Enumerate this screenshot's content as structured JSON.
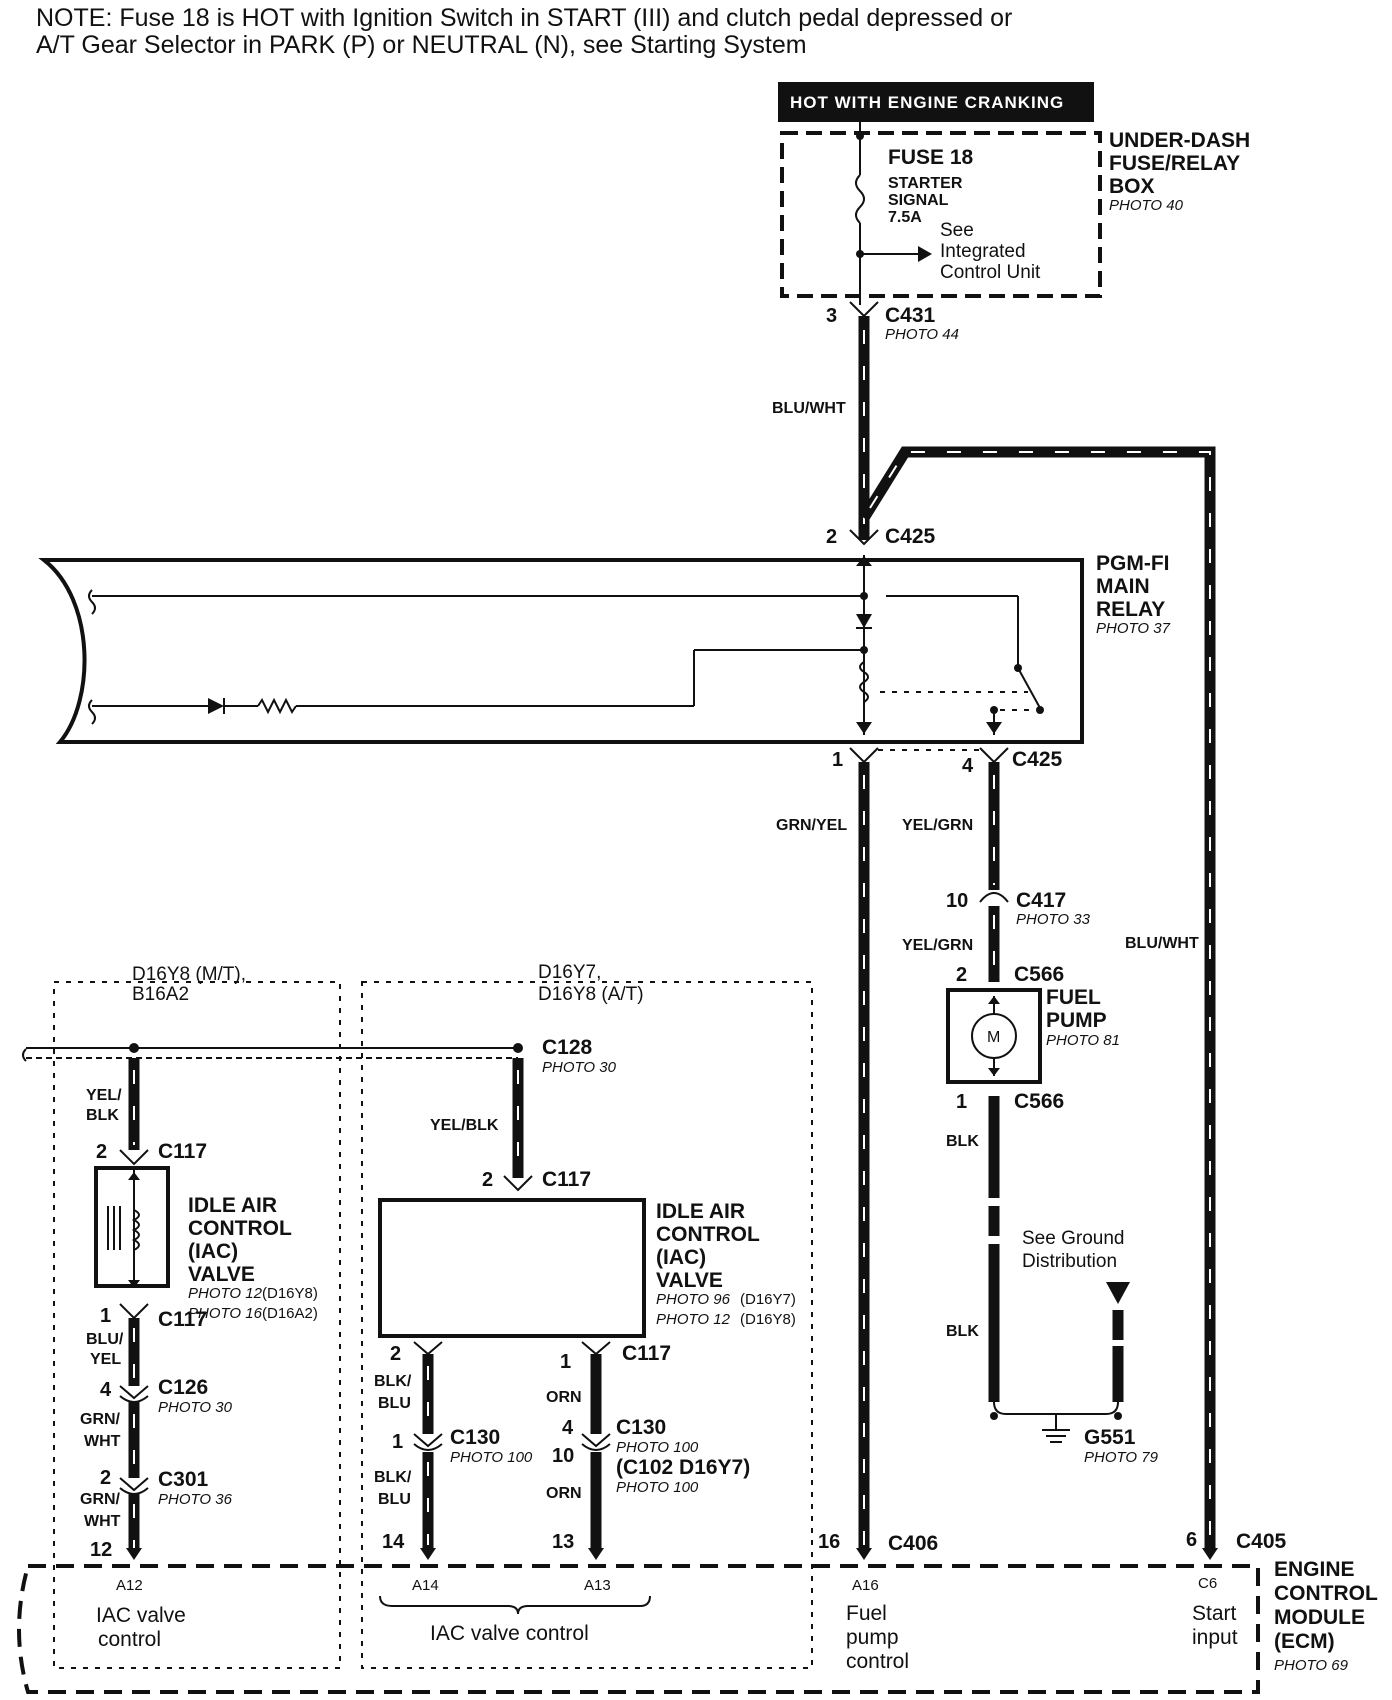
{
  "note": {
    "line1": "NOTE: Fuse 18 is HOT with Ignition Switch in START (III) and clutch pedal depressed or",
    "line2": "A/T Gear Selector in PARK (P) or NEUTRAL (N), see Starting System"
  },
  "hot_banner": "HOT WITH ENGINE CRANKING",
  "fuse_box": {
    "fuse_name": "FUSE 18",
    "fuse_desc1": "STARTER",
    "fuse_desc2": "SIGNAL",
    "fuse_rating": "7.5A",
    "see1": "See",
    "see2": "Integrated",
    "see3": "Control Unit",
    "title1": "UNDER-DASH",
    "title2": "FUSE/RELAY",
    "title3": "BOX",
    "photo": "PHOTO 40"
  },
  "c431": {
    "pin": "3",
    "name": "C431",
    "photo": "PHOTO 44"
  },
  "wire_fuse": "BLU/WHT",
  "c425_top": {
    "pin": "2",
    "name": "C425"
  },
  "relay": {
    "title1": "PGM-FI",
    "title2": "MAIN",
    "title3": "RELAY",
    "photo": "PHOTO 37"
  },
  "c425_bottom": {
    "pin_left": "1",
    "pin_right": "4",
    "name": "C425"
  },
  "wire_grnyel": "GRN/YEL",
  "wire_yelgrn1": "YEL/GRN",
  "c417": {
    "pin": "10",
    "name": "C417",
    "photo": "PHOTO 33"
  },
  "wire_yelgrn2": "YEL/GRN",
  "wire_bluwht_right": "BLU/WHT",
  "c566_top": {
    "pin": "2",
    "name": "C566"
  },
  "fuel_pump": {
    "title1": "FUEL",
    "title2": "PUMP",
    "photo": "PHOTO 81",
    "motor": "M"
  },
  "c566_bottom": {
    "pin": "1",
    "name": "C566"
  },
  "wire_blk1": "BLK",
  "wire_blk2": "BLK",
  "ground_dist": {
    "line1": "See Ground",
    "line2": "Distribution"
  },
  "g551": {
    "name": "G551",
    "photo": "PHOTO 79"
  },
  "variant_left": {
    "line1": "D16Y8 (M/T),",
    "line2": "B16A2"
  },
  "variant_right": {
    "line1": "D16Y7,",
    "line2": "D16Y8 (A/T)"
  },
  "c128": {
    "name": "C128",
    "photo": "PHOTO 30"
  },
  "left_branch": {
    "wire_top1": "YEL/",
    "wire_top2": "BLK",
    "c117_top_pin": "2",
    "c117_top_name": "C117",
    "iac_title1": "IDLE AIR",
    "iac_title2": "CONTROL",
    "iac_title3": "(IAC)",
    "iac_title4": "VALVE",
    "iac_photo1": "PHOTO 12",
    "iac_photo1b": "(D16Y8)",
    "iac_photo2": "PHOTO 16",
    "iac_photo2b": "(D16A2)",
    "c117_bot_pin": "1",
    "c117_bot_name": "C117",
    "wire_mid1": "BLU/",
    "wire_mid2": "YEL",
    "c126_pin": "4",
    "c126_name": "C126",
    "c126_photo": "PHOTO 30",
    "wire_low1": "GRN/",
    "wire_low2": "WHT",
    "c301_pin": "2",
    "c301_name": "C301",
    "c301_photo": "PHOTO 36",
    "wire_bot1": "GRN/",
    "wire_bot2": "WHT",
    "ecm_pin": "12"
  },
  "right_branch": {
    "wire_top": "YEL/BLK",
    "c117_top_pin": "2",
    "c117_top_name": "C117",
    "iac_title1": "IDLE AIR",
    "iac_title2": "CONTROL",
    "iac_title3": "(IAC)",
    "iac_title4": "VALVE",
    "iac_photo1": "PHOTO 96",
    "iac_photo1b": "(D16Y7)",
    "iac_photo2": "PHOTO 12",
    "iac_photo2b": "(D16Y8)",
    "pin_l": "2",
    "pin_r": "1",
    "c117_bot_name": "C117",
    "wire_l1": "BLK/",
    "wire_l2": "BLU",
    "wire_r": "ORN",
    "c130_l_pin": "1",
    "c130_l_name": "C130",
    "c130_l_photo": "PHOTO 100",
    "c130_r_pin": "4",
    "c130_r_name": "C130",
    "c130_r_photo": "PHOTO 100",
    "c102_pin": "10",
    "c102_name": "(C102 D16Y7)",
    "c102_photo": "PHOTO 100",
    "wire_l3": "BLK/",
    "wire_l4": "BLU",
    "wire_r2": "ORN",
    "ecm_pin_l": "14",
    "ecm_pin_r": "13"
  },
  "c406": {
    "pin": "16",
    "name": "C406"
  },
  "c405": {
    "pin": "6",
    "name": "C405"
  },
  "ecm": {
    "title1": "ENGINE",
    "title2": "CONTROL",
    "title3": "MODULE",
    "title4": "(ECM)",
    "photo": "PHOTO 69",
    "a12": "A12",
    "a12_desc1": "IAC valve",
    "a12_desc2": "control",
    "a14": "A14",
    "a13": "A13",
    "a14a13_desc": "IAC valve control",
    "a16": "A16",
    "a16_desc1": "Fuel",
    "a16_desc2": "pump",
    "a16_desc3": "control",
    "c6": "C6",
    "c6_desc1": "Start",
    "c6_desc2": "input"
  }
}
